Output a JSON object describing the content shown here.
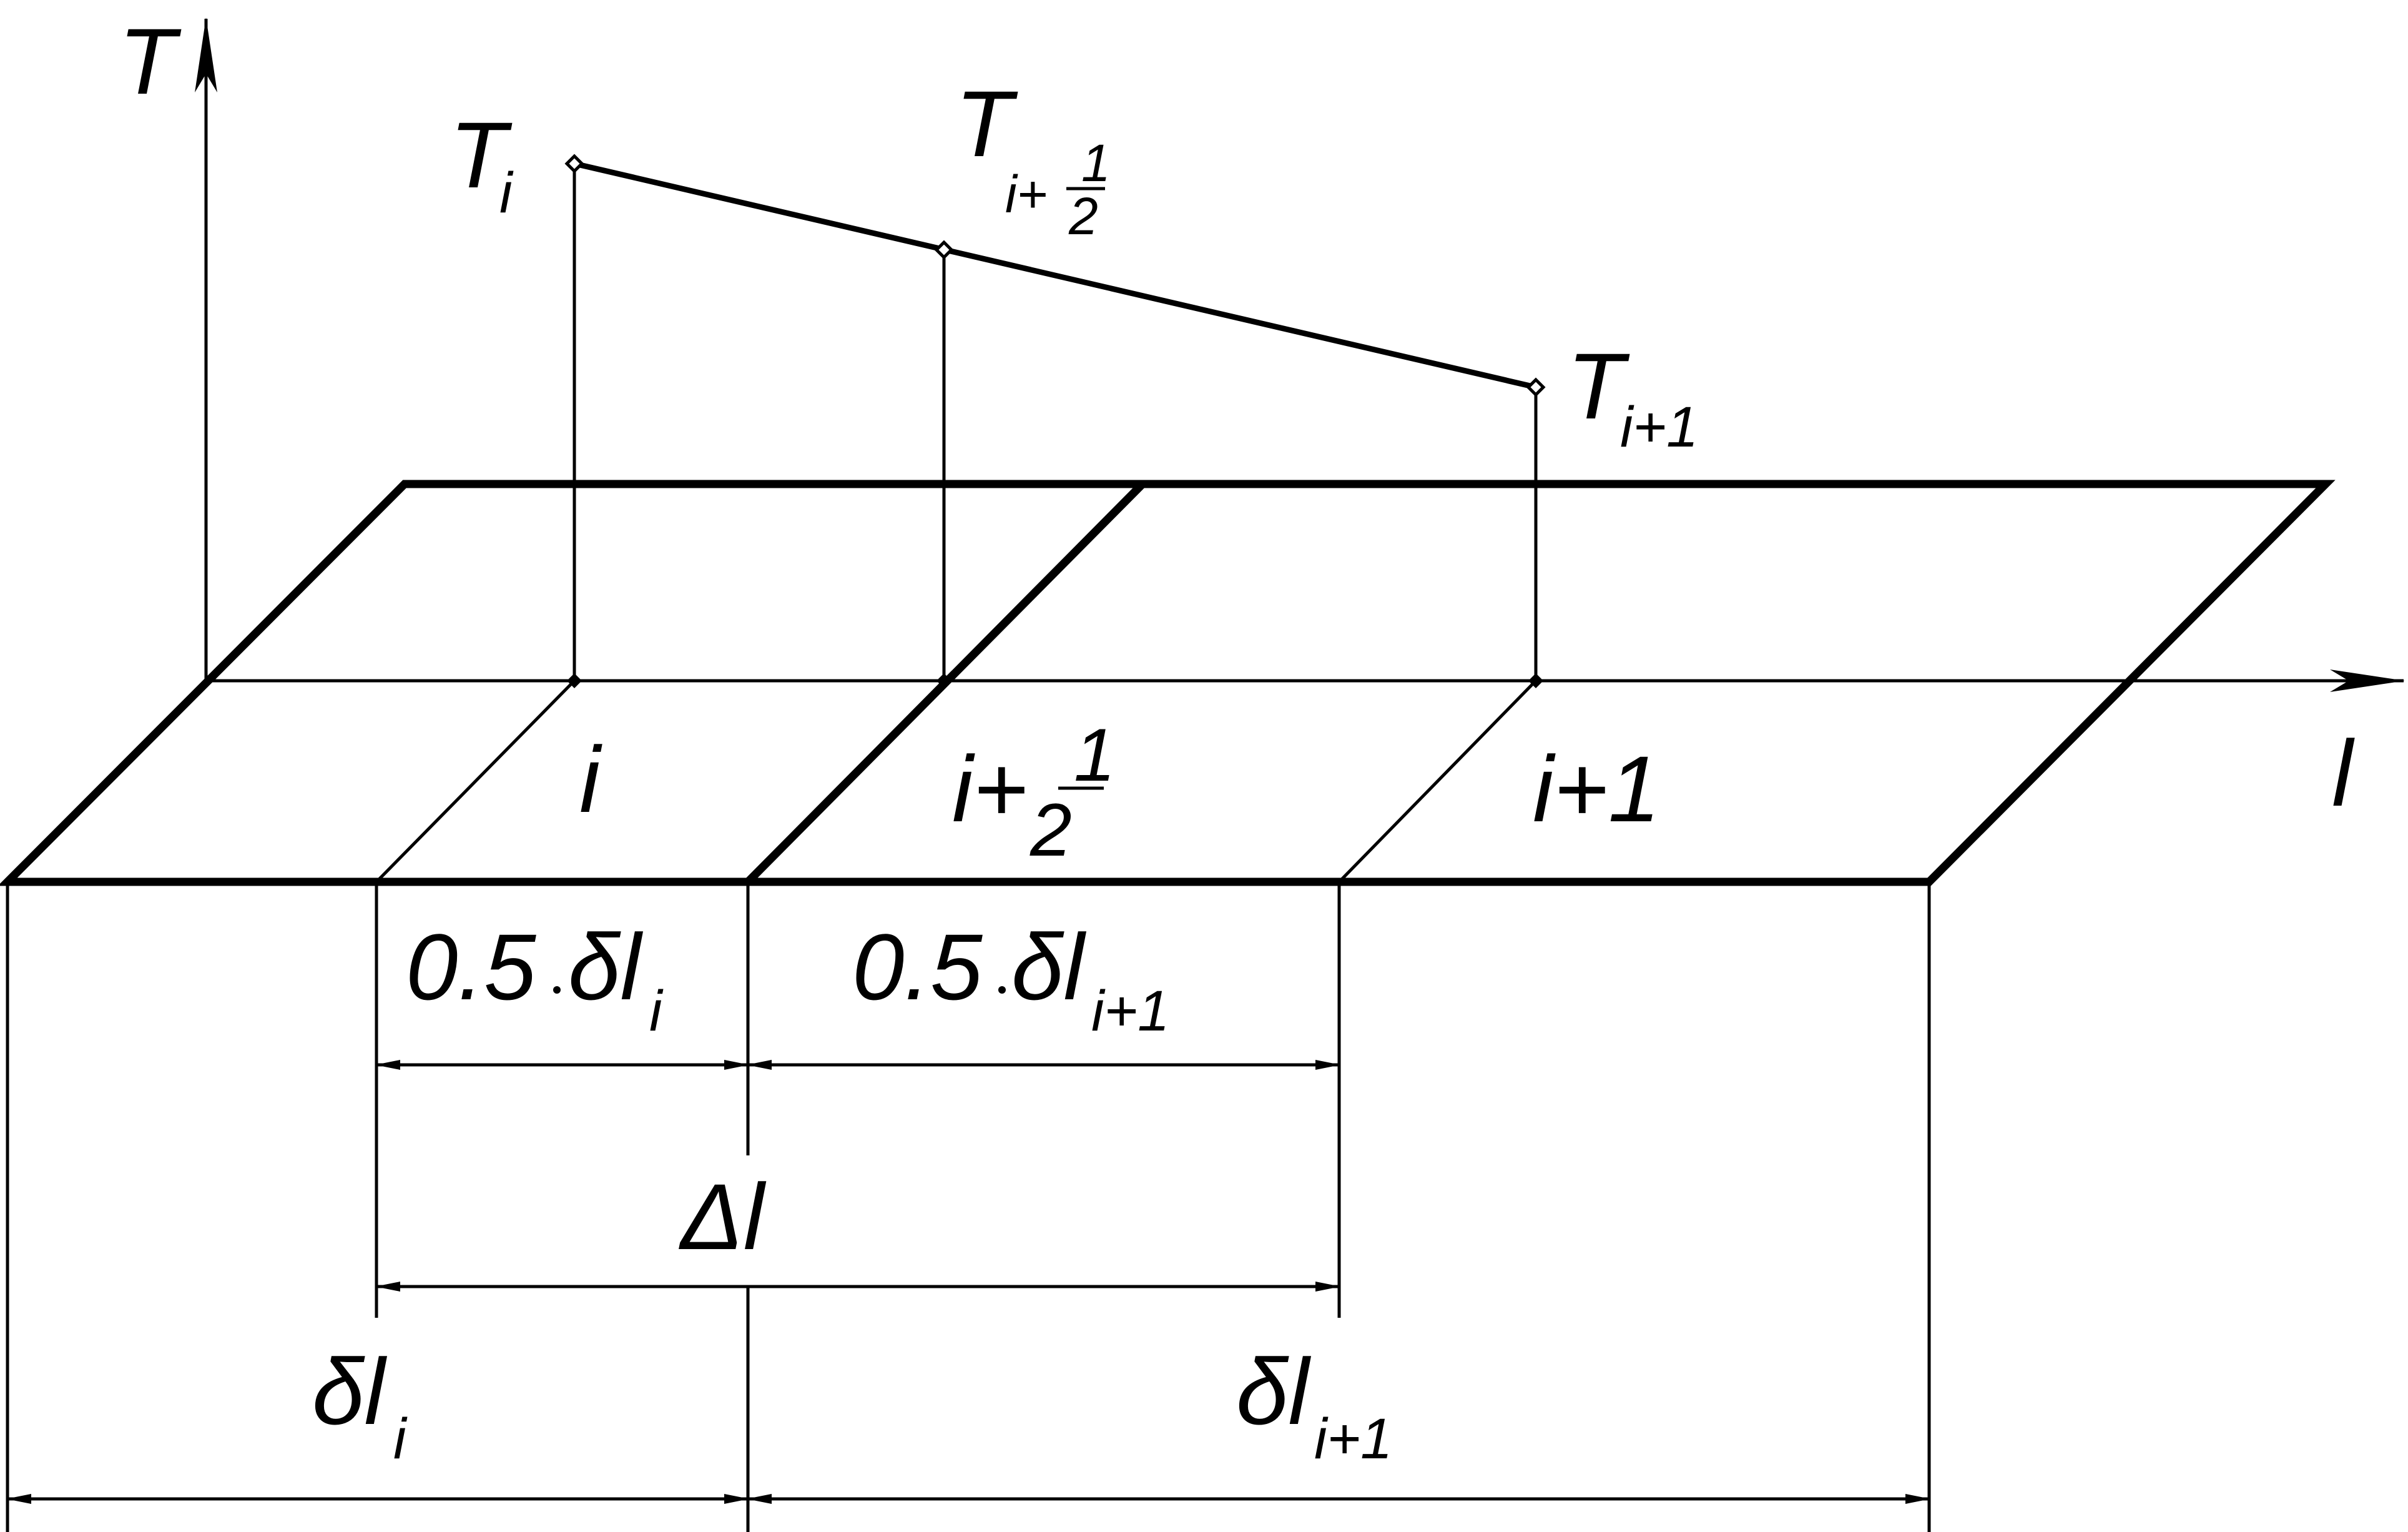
{
  "axes": {
    "vertical": "T",
    "horizontal": "l"
  },
  "temperatures": {
    "ti_base": "T",
    "ti_sub": "i",
    "thalf_base": "T",
    "thalf_sub": "i+",
    "thalf_num": "1",
    "thalf_den": "2",
    "tnext_base": "T",
    "tnext_sub": "i+1"
  },
  "nodes": {
    "i": "i",
    "half_prefix": "i+",
    "half_num": "1",
    "half_den": "2",
    "next": "i+1"
  },
  "dimensions": {
    "half_i_main": "0.5",
    "half_i_delta": "δl",
    "half_i_sub": "i",
    "half_next_main": "0.5",
    "half_next_delta": "δl",
    "half_next_sub": "i+1",
    "delta_l": "Δl",
    "dl_i": "δl",
    "dl_i_sub": "i",
    "dl_next": "δl",
    "dl_next_sub": "i+1"
  }
}
